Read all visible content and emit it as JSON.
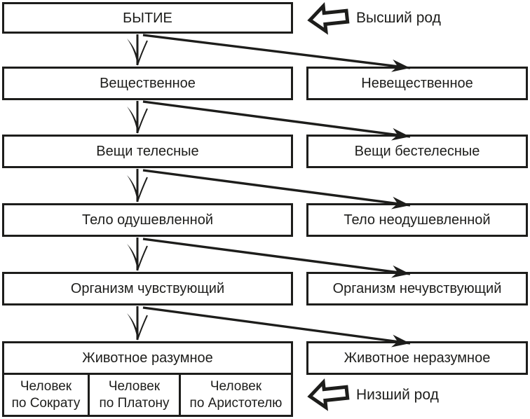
{
  "diagram": {
    "root_label": "БЫТИЕ",
    "annotations": {
      "higher": "Высший род",
      "lower": "Низший род"
    },
    "levels": [
      {
        "left": "Вещественное",
        "right": "Невещественное"
      },
      {
        "left": "Вещи телесные",
        "right": "Вещи бестелесные"
      },
      {
        "left": "Тело одушевленной",
        "right": "Тело неодушевленной"
      },
      {
        "left": "Организм чувствующий",
        "right": "Организм нечувствующий"
      },
      {
        "left": "Животное разумное",
        "right": "Животное неразумное"
      }
    ],
    "species": [
      {
        "line1": "Человек",
        "line2": "по Сократу"
      },
      {
        "line1": "Человек",
        "line2": "по Платону"
      },
      {
        "line1": "Человек",
        "line2": "по Аристотелю"
      }
    ],
    "colors": {
      "ink": "#1d1d1b",
      "paper": "#ffffff"
    }
  }
}
